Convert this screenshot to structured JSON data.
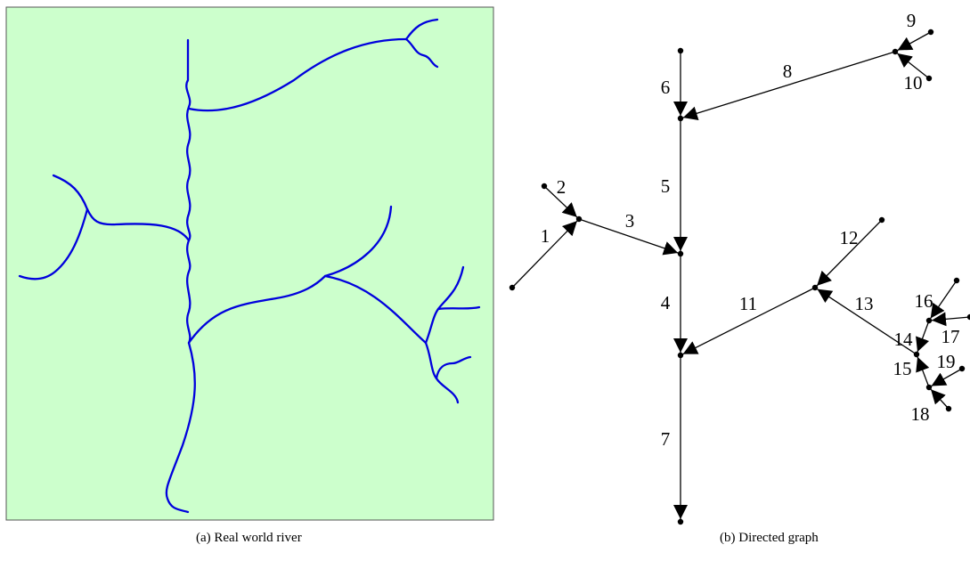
{
  "captions": {
    "river": "(a)  Real world river",
    "graph": "(b)  Directed graph"
  },
  "colors": {
    "river_background": "#ccffcc",
    "river_line": "#0000dd",
    "graph_ink": "#000000"
  },
  "graph": {
    "edges": [
      {
        "id": 1,
        "from": "n1",
        "to": "n2",
        "label": "1"
      },
      {
        "id": 2,
        "from": "n3",
        "to": "n2",
        "label": "2"
      },
      {
        "id": 3,
        "from": "n2",
        "to": "n4",
        "label": "3"
      },
      {
        "id": 4,
        "from": "n4",
        "to": "n5",
        "label": "4"
      },
      {
        "id": 5,
        "from": "n6",
        "to": "n4",
        "label": "5"
      },
      {
        "id": 6,
        "from": "n7",
        "to": "n6",
        "label": "6"
      },
      {
        "id": 7,
        "from": "n5",
        "to": "n8",
        "label": "7"
      },
      {
        "id": 8,
        "from": "n9",
        "to": "n6",
        "label": "8"
      },
      {
        "id": 9,
        "from": "n10",
        "to": "n9",
        "label": "9"
      },
      {
        "id": 10,
        "from": "n11",
        "to": "n9",
        "label": "10"
      },
      {
        "id": 11,
        "from": "n12",
        "to": "n5",
        "label": "11"
      },
      {
        "id": 12,
        "from": "n13",
        "to": "n12",
        "label": "12"
      },
      {
        "id": 13,
        "from": "n14",
        "to": "n12",
        "label": "13"
      },
      {
        "id": 14,
        "from": "n15",
        "to": "n14",
        "label": "14"
      },
      {
        "id": 15,
        "from": "n16",
        "to": "n14",
        "label": "15"
      },
      {
        "id": 16,
        "from": "n17",
        "to": "n15",
        "label": "16"
      },
      {
        "id": 17,
        "from": "n18",
        "to": "n15",
        "label": "17"
      },
      {
        "id": 18,
        "from": "n19",
        "to": "n16",
        "label": "18"
      },
      {
        "id": 19,
        "from": "n20",
        "to": "n16",
        "label": "19"
      }
    ]
  }
}
